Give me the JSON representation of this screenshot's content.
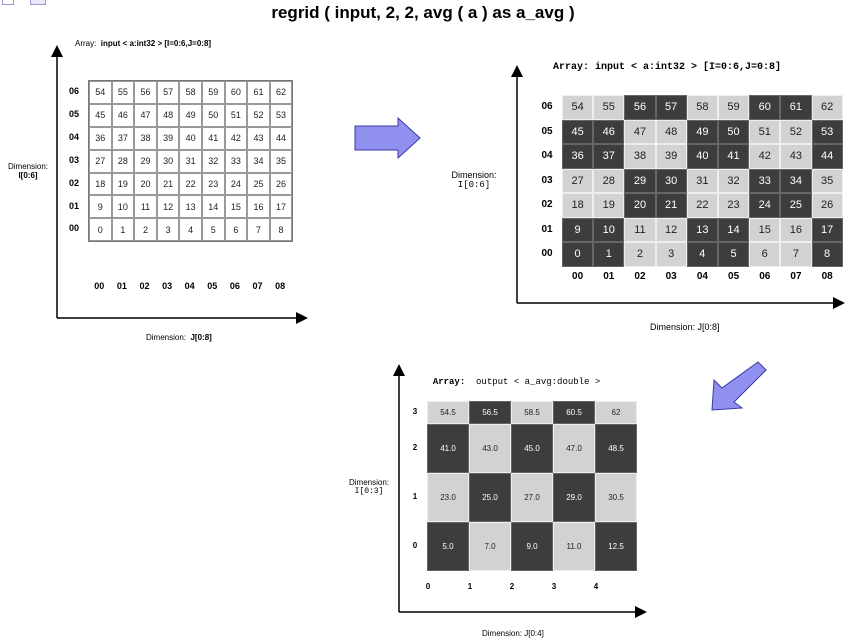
{
  "title": "regrid ( input, 2, 2, avg ( a ) as a_avg )",
  "input_plain": {
    "array_label": "Array:",
    "array_text": "input < a:int32 > [I=0:6,J=0:8]",
    "y_dim_label": "Dimension:",
    "y_dim_value": "I[0:6]",
    "x_dim_label": "Dimension:",
    "x_dim_value": "J[0:8]",
    "row_labels": [
      "06",
      "05",
      "04",
      "03",
      "02",
      "01",
      "00"
    ],
    "col_labels": [
      "00",
      "01",
      "02",
      "03",
      "04",
      "05",
      "06",
      "07",
      "08"
    ]
  },
  "input_shaded": {
    "array_text": "Array: input < a:int32 > [I=0:6,J=0:8]",
    "y_dim_label": "Dimension:",
    "y_dim_value": "I[0:6]",
    "x_dim_text": "Dimension: J[0:8]",
    "row_labels": [
      "06",
      "05",
      "04",
      "03",
      "02",
      "01",
      "00"
    ],
    "col_labels": [
      "00",
      "01",
      "02",
      "03",
      "04",
      "05",
      "06",
      "07",
      "08"
    ]
  },
  "output": {
    "array_label": "Array:",
    "array_text": "output < a_avg:double >",
    "y_dim_label": "Dimension:",
    "y_dim_value": "I[0:3]",
    "x_dim_text": "Dimension: J[0:4]",
    "row_labels": [
      "3",
      "2",
      "1",
      "0"
    ],
    "col_labels": [
      "0",
      "1",
      "2",
      "3",
      "4"
    ],
    "rows": [
      [
        "54.5",
        "56.5",
        "58.5",
        "60.5",
        "62"
      ],
      [
        "41.0",
        "43.0",
        "45.0",
        "47.0",
        "48.5"
      ],
      [
        "23.0",
        "25.0",
        "27.0",
        "29.0",
        "30.5"
      ],
      [
        "5.0",
        "7.0",
        "9.0",
        "11.0",
        "12.5"
      ]
    ]
  },
  "colors": {
    "dark_cell": "#3d3d3d",
    "light_cell": "#d2d2d2",
    "arrow_fill": "#9090ee",
    "arrow_stroke": "#3838a8"
  }
}
